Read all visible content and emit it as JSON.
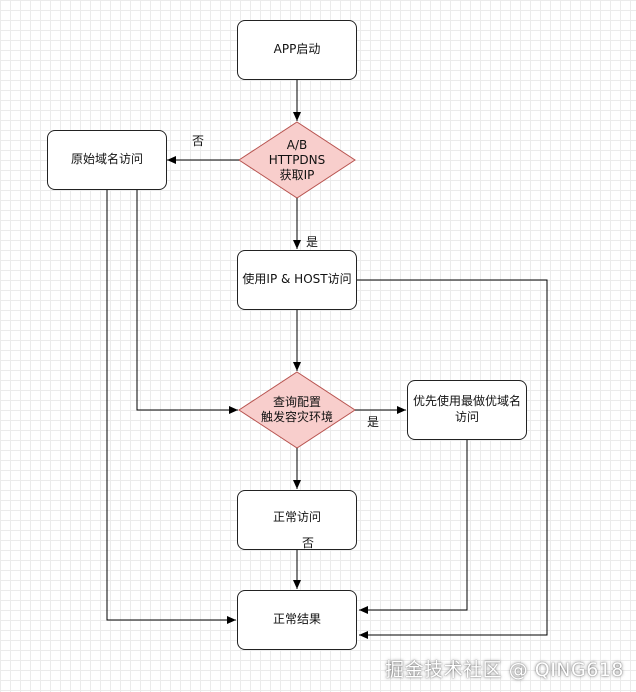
{
  "nodes": {
    "app_start": "APP启动",
    "ab_decision": "A/B\nHTTPDNS\n获取IP",
    "original_domain": "原始域名访问",
    "ip_host": "使用IP & HOST访问",
    "config_decision": "查询配置\n触发容灾环境",
    "best_domain": "优先使用最做优域名\n访问",
    "normal_access": "正常访问",
    "normal_result": "正常结果"
  },
  "edges": {
    "no_1": "否",
    "yes_1": "是",
    "yes_2": "是",
    "no_2": "否"
  },
  "colors": {
    "decision_fill": "#f8cecc",
    "decision_stroke": "#b85450",
    "line": "#000000"
  },
  "watermark": "掘金技术社区 @ QING618"
}
